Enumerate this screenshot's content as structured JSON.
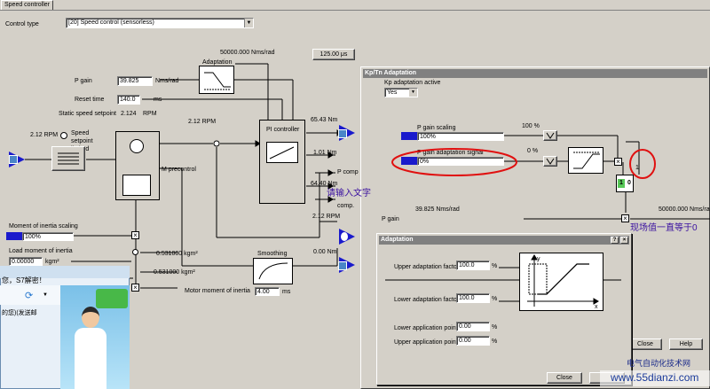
{
  "tab": {
    "label": "Speed controller"
  },
  "main": {
    "control_type_label": "Control type",
    "control_type_value": "[20] Speed control (sensorless)",
    "adaptation_label": "Adaptation",
    "adaptation_value": "50000.000 Nms/rad",
    "time_value": "125.00 μs",
    "p_gain_label": "P gain",
    "p_gain_value": "39.825",
    "p_gain_unit": "Nms/rad",
    "reset_time_label": "Reset time",
    "reset_time_value": "140.0",
    "reset_time_unit": "ms",
    "static_setpoint_label": "Static speed setpoint",
    "static_setpoint_value": "2.124",
    "static_setpoint_unit": "RPM",
    "input_rpm": "2.12 RPM",
    "setpoint_limited_label": "Speed setpoint limited",
    "mid_rpm": "2.12 RPM",
    "pi_controller_label": "PI controller",
    "torque_out": "65.43 Nm",
    "p_comp_value": "1.01 Nm",
    "p_comp_label": "P comp",
    "i_comp_value": "64.40 Nm",
    "i_comp_label": "comp.",
    "m_precontrol_label": "M precontrol",
    "lower_rpm": "2.12 RPM",
    "lower_nm": "0.00 Nm",
    "moment_scaling_label": "Moment of inertia scaling",
    "moment_scaling_value": "100%",
    "load_moment_label": "Load moment of inertia",
    "load_moment_value": "0.00000",
    "load_moment_unit": "kgm²",
    "kgm1": "0.531000 kgm²",
    "kgm2": "0.531000 kgm²",
    "motor_moment_label": "Motor moment of inertia",
    "smoothing_label": "Smoothing",
    "smoothing_value": "4.00",
    "smoothing_unit": "ms"
  },
  "kp": {
    "title": "Kp/Tn Adaptation",
    "active_label": "Kp adaptation active",
    "active_value": "Yes",
    "p_gain_scaling_label": "P gain scaling",
    "p_gain_scaling_value": "100%",
    "pct_100": "100 %",
    "adapt_signal_label": "P gain adaptation signal",
    "adapt_signal_value": "0%",
    "pct_0": "0 %",
    "one_value": "1",
    "sw_1": "1",
    "sw_0": "0",
    "p_gain_left": "39.825 Nms/rad",
    "p_gain_label": "P gain",
    "p_gain_right": "50000.000 Nms/rad",
    "close_btn": "Close",
    "help_btn": "Help"
  },
  "adapt": {
    "title": "Adaptation",
    "upper_factor_label": "Upper adaptation factor",
    "upper_factor_value": "100.0",
    "lower_factor_label": "Lower adaptation factor",
    "lower_factor_value": "100.0",
    "lower_point_label": "Lower application point",
    "lower_point_value": "0.00",
    "upper_point_label": "Upper application point",
    "upper_point_value": "0.00",
    "pct": "%",
    "axis_x": "x",
    "axis_y": "y",
    "close_btn": "Close"
  },
  "annotations": {
    "text_input": "请输入文字",
    "note": "现场值一直等于0"
  },
  "taskbar": {
    "line1": "您，S7解密！",
    "line2": "的您)(发送邮"
  },
  "watermark": {
    "line1": "电气自动化技术网",
    "line2": "www.55dianzi.com"
  },
  "colors": {
    "signal": "#1a1acc",
    "annotation_circle": "#e01010",
    "annotation_text": "#3a10a0"
  }
}
